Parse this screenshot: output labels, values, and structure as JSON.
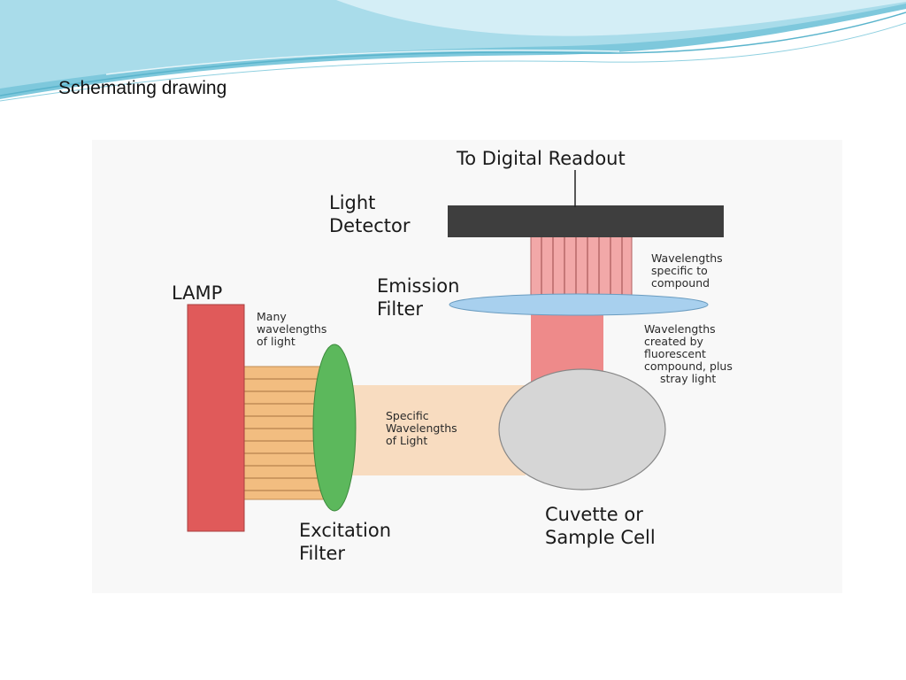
{
  "slide": {
    "title": "Schemating drawing"
  },
  "diagram": {
    "labels": {
      "readout": "To Digital Readout",
      "detector": [
        "Light",
        "Detector"
      ],
      "emission_filter": [
        "Emission",
        "Filter"
      ],
      "lamp": "LAMP",
      "many_wavelengths": [
        "Many",
        "wavelengths",
        "of light"
      ],
      "specific_wavelengths": [
        "Specific",
        "Wavelengths",
        "of Light"
      ],
      "wavelengths_specific": [
        "Wavelengths",
        "specific to",
        "compound"
      ],
      "wavelengths_created": [
        "Wavelengths",
        "created by",
        "fluorescent",
        "compound, plus",
        "stray light"
      ],
      "cuvette": [
        "Cuvette or",
        "Sample Cell"
      ],
      "excitation_filter": [
        "Excitation",
        "Filter"
      ]
    },
    "colors": {
      "lamp": "#e05a5a",
      "excitation_beam": "#f2bd80",
      "excitation_filter": "#5cb85c",
      "specific_beam": "#f8dcc0",
      "cuvette": "#d6d6d6",
      "emission_beam": "#ee8a8a",
      "emission_filter": "#a8d0ee",
      "detector_beam": "#f2a8a8",
      "detector": "#3e3e3e"
    }
  }
}
